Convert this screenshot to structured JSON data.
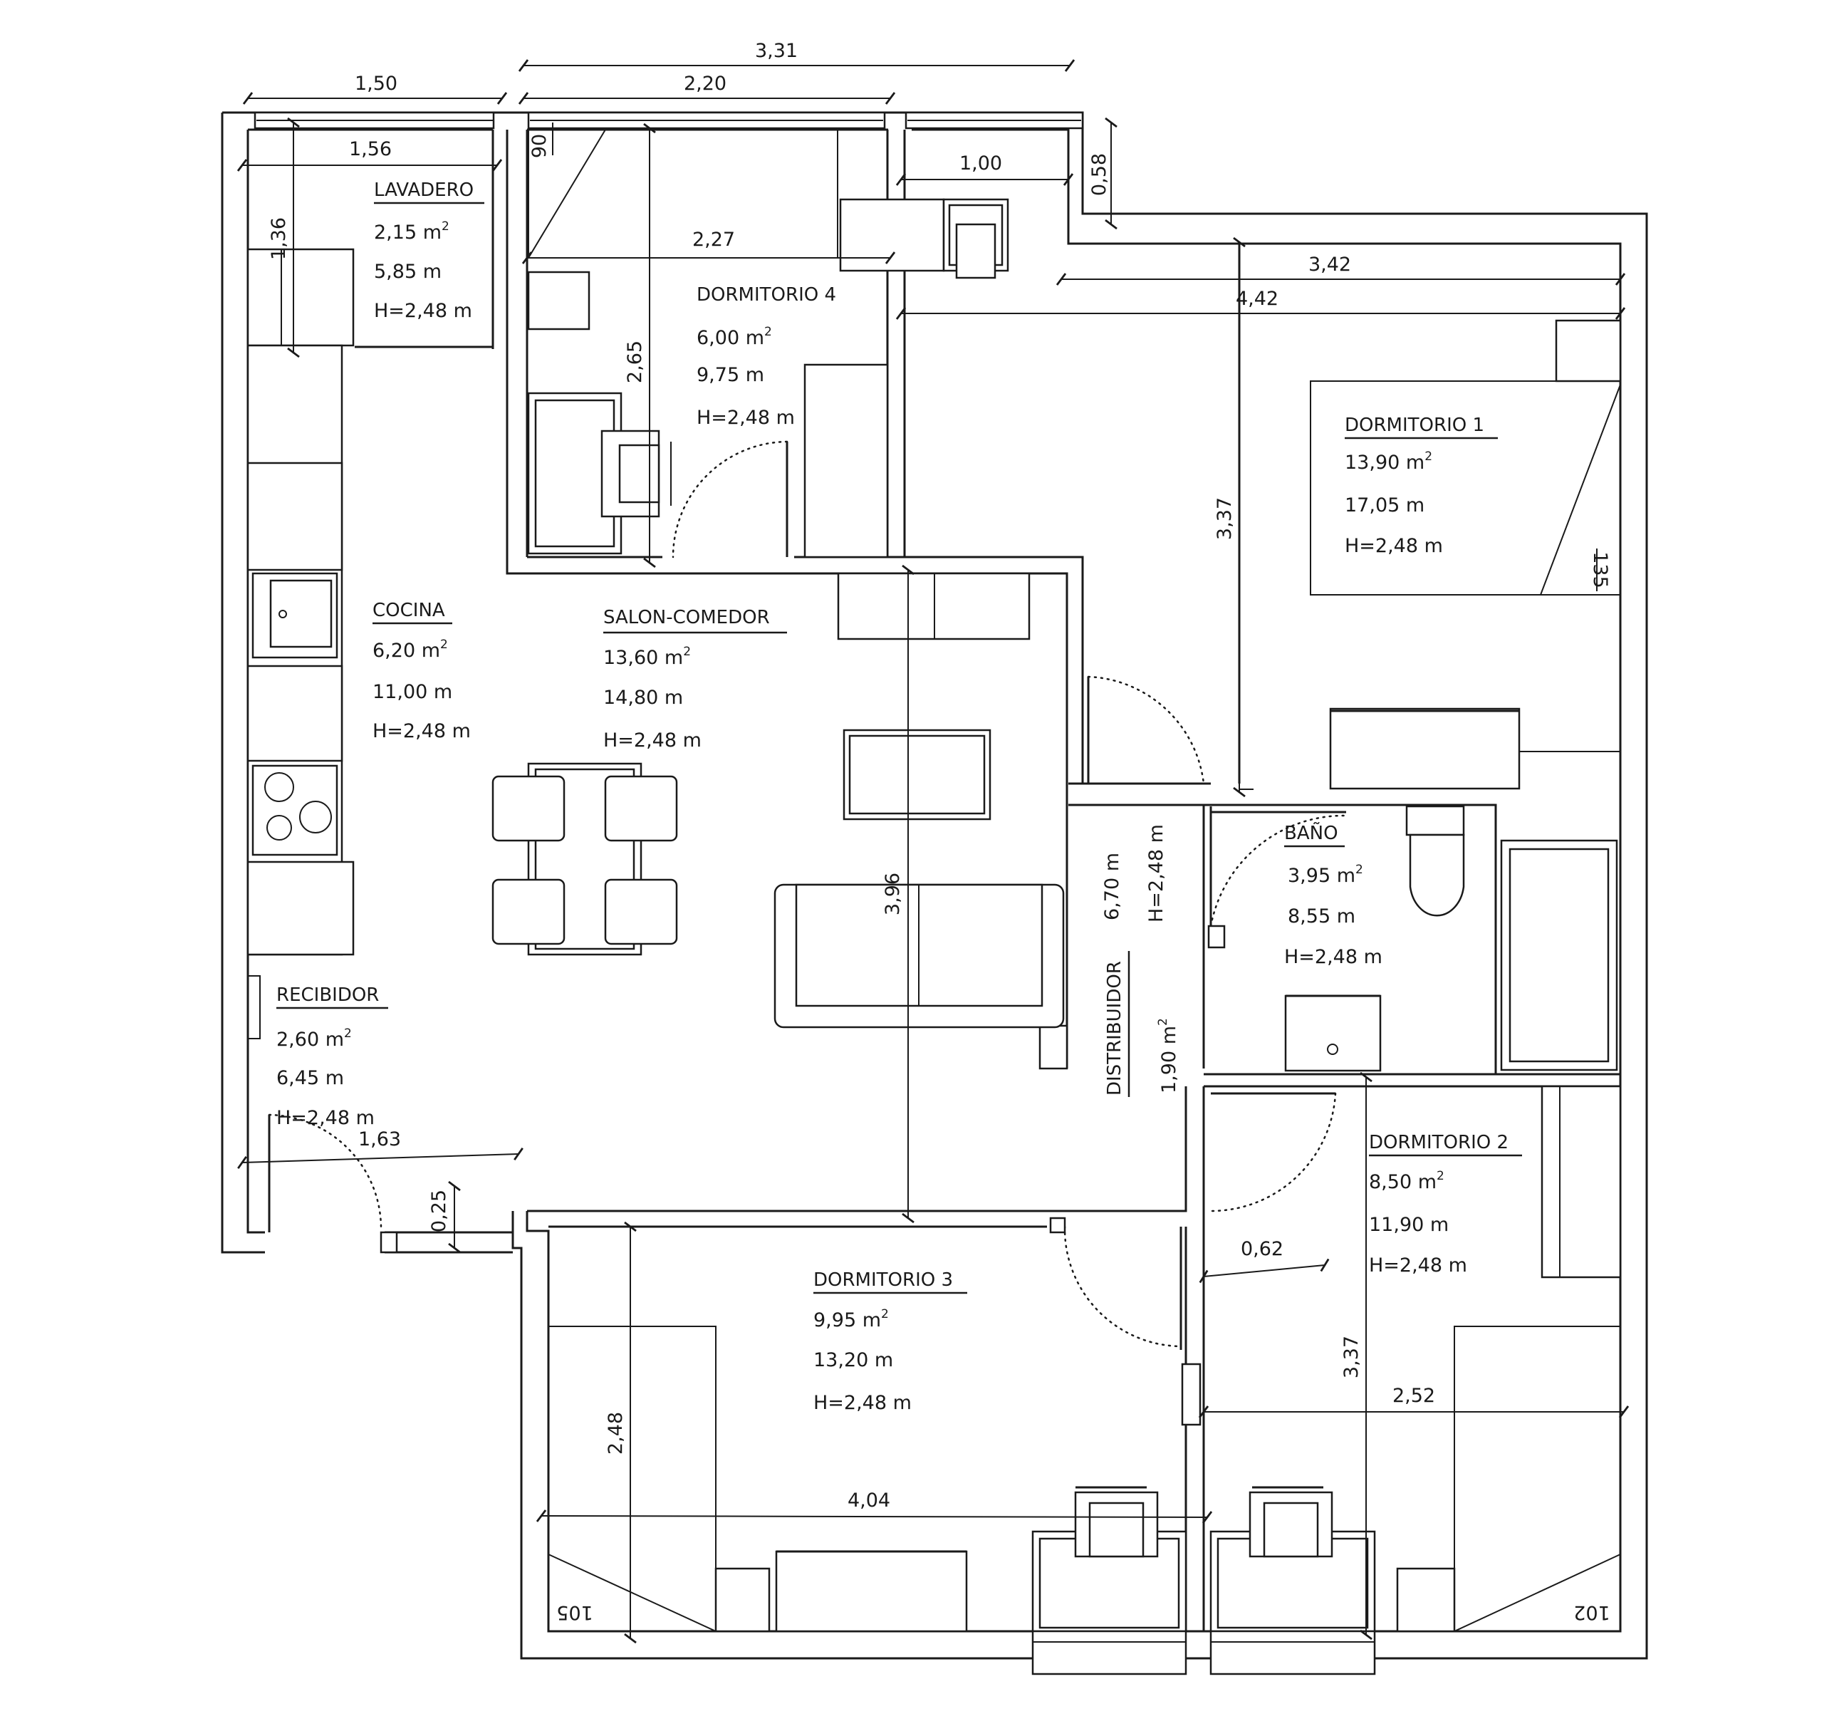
{
  "rooms": {
    "lavadero": {
      "name": "LAVADERO",
      "area": "2,15 m",
      "perimeter": "5,85 m",
      "height": "H=2,48 m"
    },
    "dormitorio4": {
      "name": "DORMITORIO 4",
      "area": "6,00 m",
      "perimeter": "9,75 m",
      "height": "H=2,48 m"
    },
    "dormitorio1": {
      "name": "DORMITORIO 1",
      "area": "13,90 m",
      "perimeter": "17,05 m",
      "height": "H=2,48 m"
    },
    "cocina": {
      "name": "COCINA",
      "area": "6,20 m",
      "perimeter": "11,00 m",
      "height": "H=2,48 m"
    },
    "salon": {
      "name": "SALON-COMEDOR",
      "area": "13,60 m",
      "perimeter": "14,80 m",
      "height": "H=2,48 m"
    },
    "bano": {
      "name": "BAÑO",
      "area": "3,95 m",
      "perimeter": "8,55 m",
      "height": "H=2,48 m"
    },
    "distribuidor": {
      "name": "DISTRIBUIDOR",
      "area": "1,90 m",
      "perimeter": "6,70 m",
      "height": "H=2,48 m"
    },
    "recibidor": {
      "name": "RECIBIDOR",
      "area": "2,60 m",
      "perimeter": "6,45 m",
      "height": "H=2,48 m"
    },
    "dormitorio2": {
      "name": "DORMITORIO 2",
      "area": "8,50 m",
      "perimeter": "11,90 m",
      "height": "H=2,48 m"
    },
    "dormitorio3": {
      "name": "DORMITORIO 3",
      "area": "9,95 m",
      "perimeter": "13,20 m",
      "height": "H=2,48 m"
    }
  },
  "sup": "2",
  "dims": {
    "d331": "3,31",
    "d220": "2,20",
    "d150": "1,50",
    "d156": "1,56",
    "d136": "1,36",
    "d090": "90",
    "d227": "2,27",
    "d100": "1,00",
    "d058": "0,58",
    "d342": "3,42",
    "d442": "4,42",
    "d265": "2,65",
    "d337a": "3,37",
    "d135": "135",
    "d396": "3,96",
    "d163": "1,63",
    "d025": "0,25",
    "d062": "0,62",
    "d337b": "3,37",
    "d252": "2,52",
    "d248": "2,48",
    "d404": "4,04",
    "d105": "105",
    "d102": "102"
  }
}
